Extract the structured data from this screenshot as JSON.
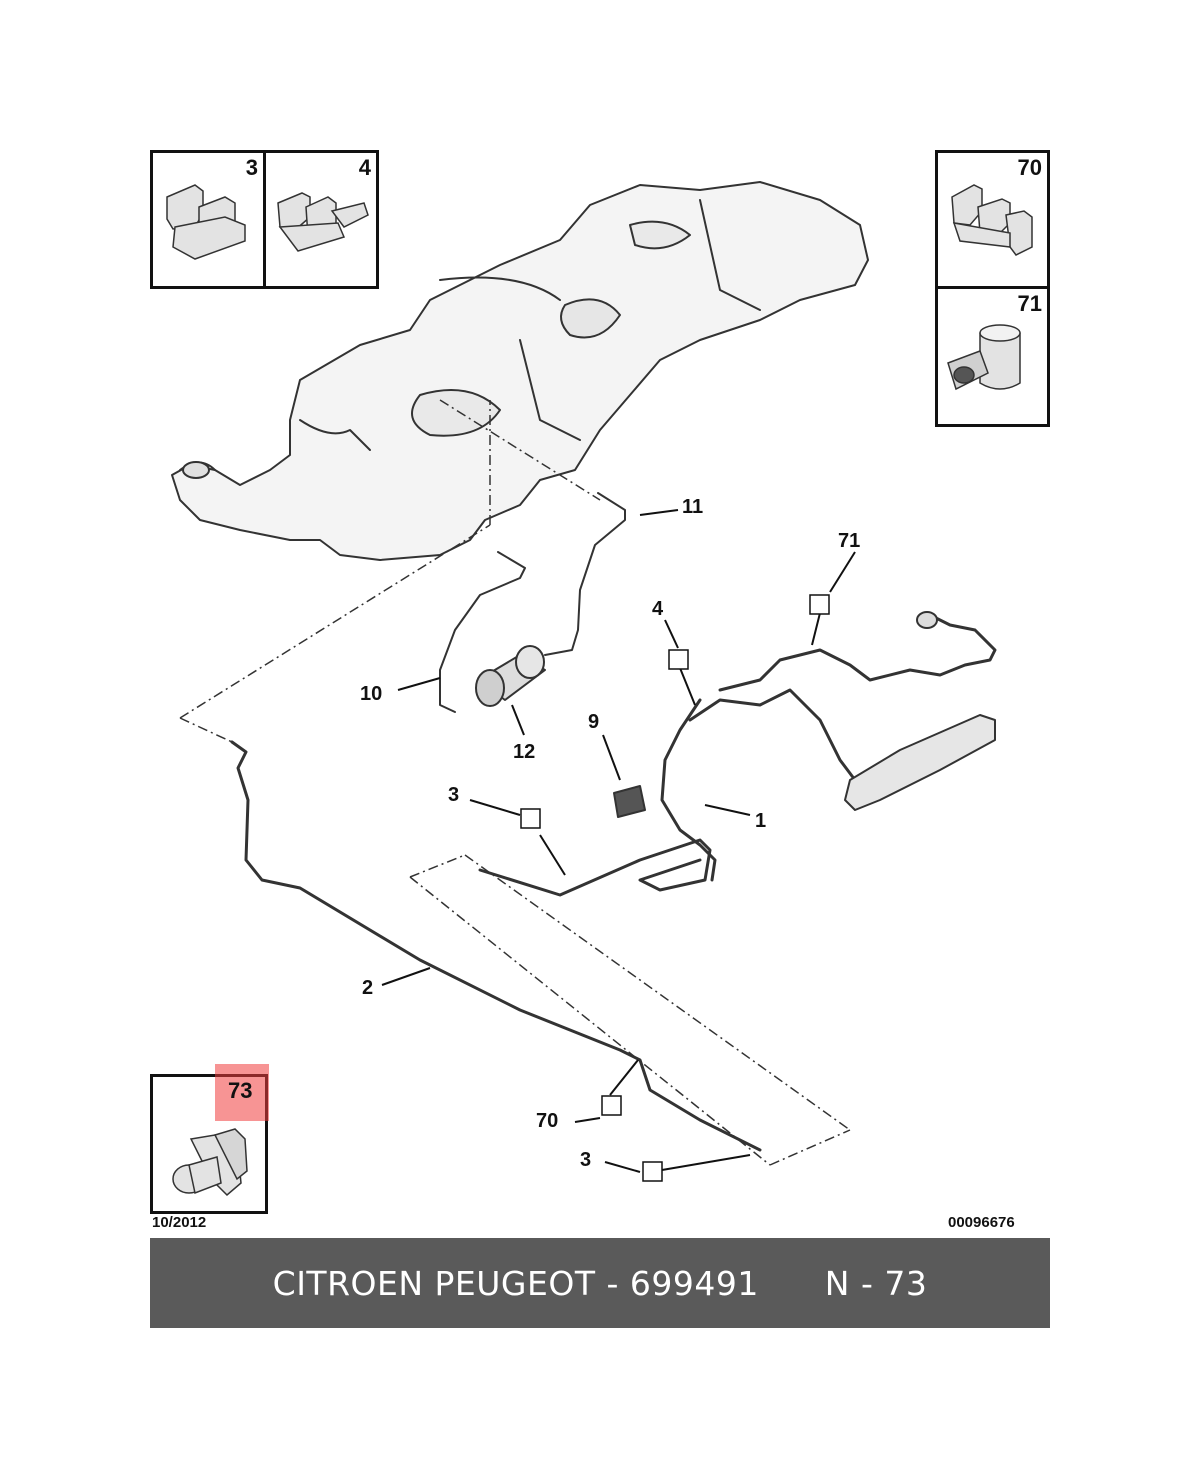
{
  "insets": {
    "top_left_a": "3",
    "top_left_b": "4",
    "top_right_a": "70",
    "top_right_b": "71",
    "bottom_left": "73"
  },
  "callouts": {
    "c11": "11",
    "c71": "71",
    "c4": "4",
    "c10": "10",
    "c12": "12",
    "c9": "9",
    "c3a": "3",
    "c1": "1",
    "c2": "2",
    "c70": "70",
    "c3b": "3"
  },
  "footer_left_code": "10/2012",
  "footer_right_code": "00096676",
  "banner": {
    "brand_part": "CITROEN PEUGEOT - 699491",
    "ref_part": "N - 73",
    "text": "CITROEN PEUGEOT - 699491      N - 73"
  },
  "colors": {
    "banner_bg": "#5a5a5a",
    "banner_text": "#ffffff",
    "highlight": "#f03c3c",
    "line": "#111111"
  }
}
